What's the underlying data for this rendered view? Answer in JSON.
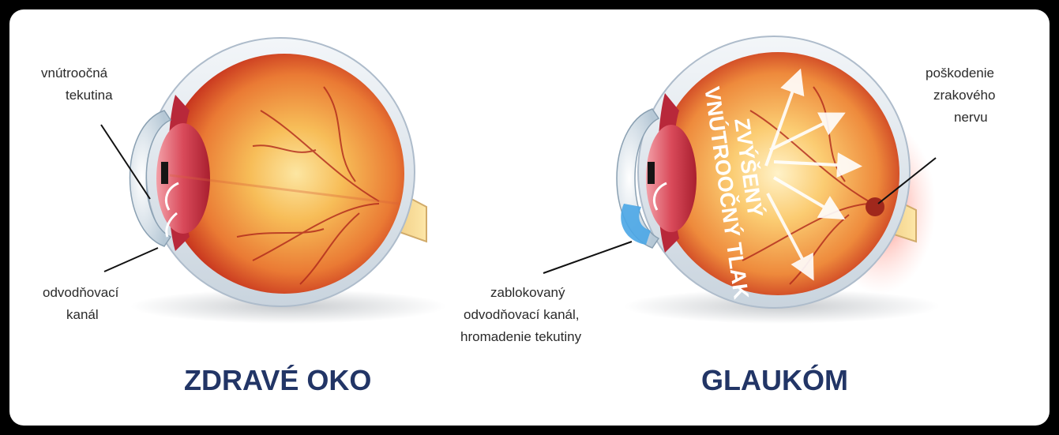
{
  "healthy_eye": {
    "title": "ZDRAVÉ OKO",
    "label_fluid_1": "vnútroočná",
    "label_fluid_2": "tekutina",
    "label_drain_1": "odvodňovací",
    "label_drain_2": "kanál"
  },
  "glaucoma_eye": {
    "title": "GLAUKÓM",
    "pressure_1": "ZVÝŠENÝ",
    "pressure_2": "VNÚTROOČNÝ TLAK",
    "label_nerve_1": "poškodenie",
    "label_nerve_2": "zrakového",
    "label_nerve_3": "nervu",
    "label_blocked_1": "zablokovaný",
    "label_blocked_2": "odvodňovací kanál,",
    "label_blocked_3": "hromadenie tekutiny"
  },
  "colors": {
    "title": "#223566",
    "eye_inner": "#f6b24a",
    "eye_outer": "#c92d1e",
    "sclera": "#dfe7ee",
    "blocked_fluid": "#4aa6e6",
    "damage_glow": "#ff5a4a"
  }
}
